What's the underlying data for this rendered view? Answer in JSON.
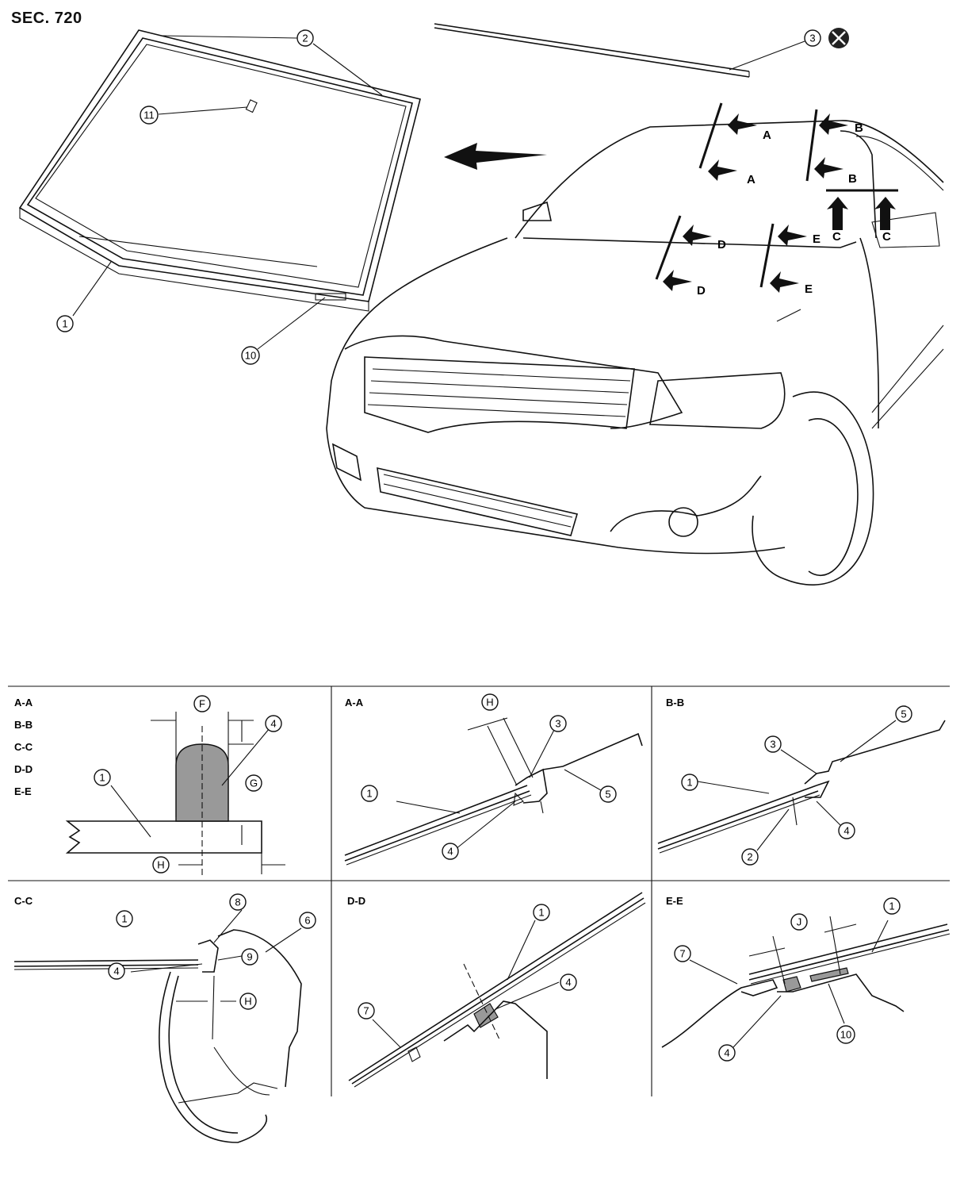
{
  "header": {
    "section": "SEC. 720"
  },
  "callouts": {
    "c1": "1",
    "c2": "2",
    "c3": "3",
    "c4": "4",
    "c5": "5",
    "c6": "6",
    "c7": "7",
    "c8": "8",
    "c9": "9",
    "c10": "10",
    "c11": "11"
  },
  "dimensions": {
    "f": "F",
    "g": "G",
    "h": "H",
    "j": "J"
  },
  "view_arrows": {
    "a": "A",
    "b": "B",
    "c": "C",
    "d": "D",
    "e": "E"
  },
  "panels": {
    "legend": [
      "A-A",
      "B-B",
      "C-C",
      "D-D",
      "E-E"
    ],
    "aa": "A-A",
    "bb": "B-B",
    "cc": "C-C",
    "dd": "D-D",
    "ee": "E-E"
  }
}
